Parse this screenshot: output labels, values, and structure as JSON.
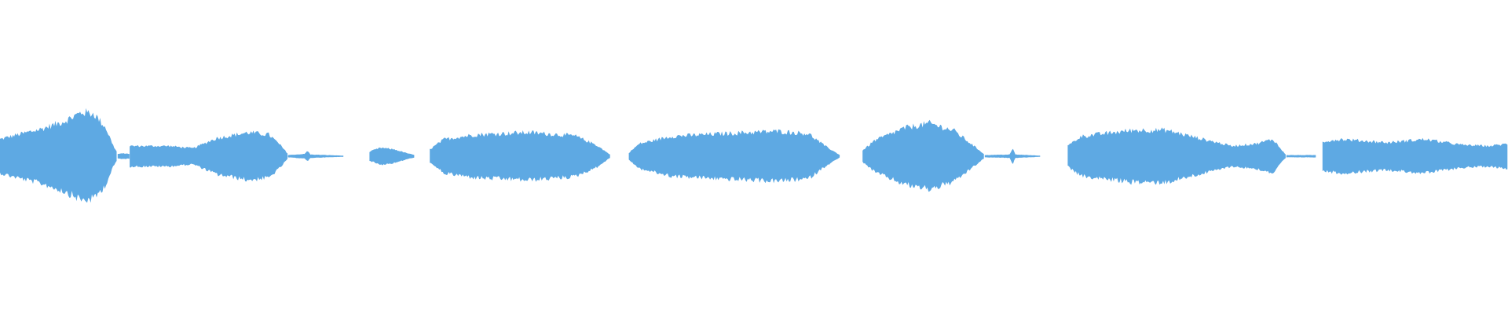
{
  "waveform": {
    "color": "#5ea9e3",
    "background": "#ffffff",
    "segments": [
      {
        "start": 0.0,
        "end": 0.078,
        "amp": [
          [
            0,
            0.3
          ],
          [
            0.15,
            0.38
          ],
          [
            0.35,
            0.48
          ],
          [
            0.55,
            0.62
          ],
          [
            0.7,
            0.78
          ],
          [
            0.8,
            0.75
          ],
          [
            0.9,
            0.5
          ],
          [
            0.96,
            0.2
          ],
          [
            1,
            0.05
          ]
        ]
      },
      {
        "start": 0.078,
        "end": 0.086,
        "amp": [
          [
            0,
            0.04
          ],
          [
            0.5,
            0.05
          ],
          [
            1,
            0.04
          ]
        ]
      },
      {
        "start": 0.086,
        "end": 0.191,
        "amp": [
          [
            0,
            0.18
          ],
          [
            0.25,
            0.18
          ],
          [
            0.4,
            0.14
          ],
          [
            0.55,
            0.32
          ],
          [
            0.75,
            0.42
          ],
          [
            0.88,
            0.38
          ],
          [
            0.95,
            0.2
          ],
          [
            1,
            0.04
          ]
        ]
      },
      {
        "start": 0.191,
        "end": 0.228,
        "amp": [
          [
            0,
            0.02
          ],
          [
            0.3,
            0.04
          ],
          [
            0.35,
            0.1
          ],
          [
            0.4,
            0.03
          ],
          [
            1,
            0.01
          ]
        ]
      },
      {
        "start": 0.245,
        "end": 0.275,
        "amp": [
          [
            0,
            0.08
          ],
          [
            0.25,
            0.15
          ],
          [
            0.55,
            0.12
          ],
          [
            0.8,
            0.06
          ],
          [
            1,
            0.02
          ]
        ]
      },
      {
        "start": 0.285,
        "end": 0.405,
        "amp": [
          [
            0,
            0.12
          ],
          [
            0.08,
            0.3
          ],
          [
            0.25,
            0.38
          ],
          [
            0.55,
            0.42
          ],
          [
            0.8,
            0.36
          ],
          [
            0.92,
            0.2
          ],
          [
            1,
            0.02
          ]
        ]
      },
      {
        "start": 0.417,
        "end": 0.557,
        "amp": [
          [
            0,
            0.06
          ],
          [
            0.05,
            0.22
          ],
          [
            0.2,
            0.35
          ],
          [
            0.45,
            0.4
          ],
          [
            0.7,
            0.44
          ],
          [
            0.85,
            0.4
          ],
          [
            0.93,
            0.18
          ],
          [
            1,
            0.02
          ]
        ]
      },
      {
        "start": 0.572,
        "end": 0.653,
        "amp": [
          [
            0,
            0.1
          ],
          [
            0.1,
            0.28
          ],
          [
            0.35,
            0.5
          ],
          [
            0.55,
            0.58
          ],
          [
            0.75,
            0.45
          ],
          [
            0.9,
            0.2
          ],
          [
            1,
            0.03
          ]
        ]
      },
      {
        "start": 0.653,
        "end": 0.69,
        "amp": [
          [
            0,
            0.02
          ],
          [
            0.45,
            0.03
          ],
          [
            0.5,
            0.14
          ],
          [
            0.55,
            0.03
          ],
          [
            1,
            0.01
          ]
        ]
      },
      {
        "start": 0.708,
        "end": 0.853,
        "amp": [
          [
            0,
            0.18
          ],
          [
            0.06,
            0.35
          ],
          [
            0.3,
            0.46
          ],
          [
            0.45,
            0.46
          ],
          [
            0.62,
            0.3
          ],
          [
            0.75,
            0.18
          ],
          [
            0.86,
            0.22
          ],
          [
            0.94,
            0.3
          ],
          [
            0.98,
            0.1
          ],
          [
            1,
            0.02
          ]
        ]
      },
      {
        "start": 0.853,
        "end": 0.873,
        "amp": [
          [
            0,
            0.02
          ],
          [
            1,
            0.02
          ]
        ]
      },
      {
        "start": 0.877,
        "end": 1.0,
        "amp": [
          [
            0,
            0.26
          ],
          [
            0.1,
            0.3
          ],
          [
            0.35,
            0.24
          ],
          [
            0.55,
            0.3
          ],
          [
            0.75,
            0.2
          ],
          [
            0.9,
            0.18
          ],
          [
            1,
            0.22
          ]
        ]
      }
    ]
  }
}
